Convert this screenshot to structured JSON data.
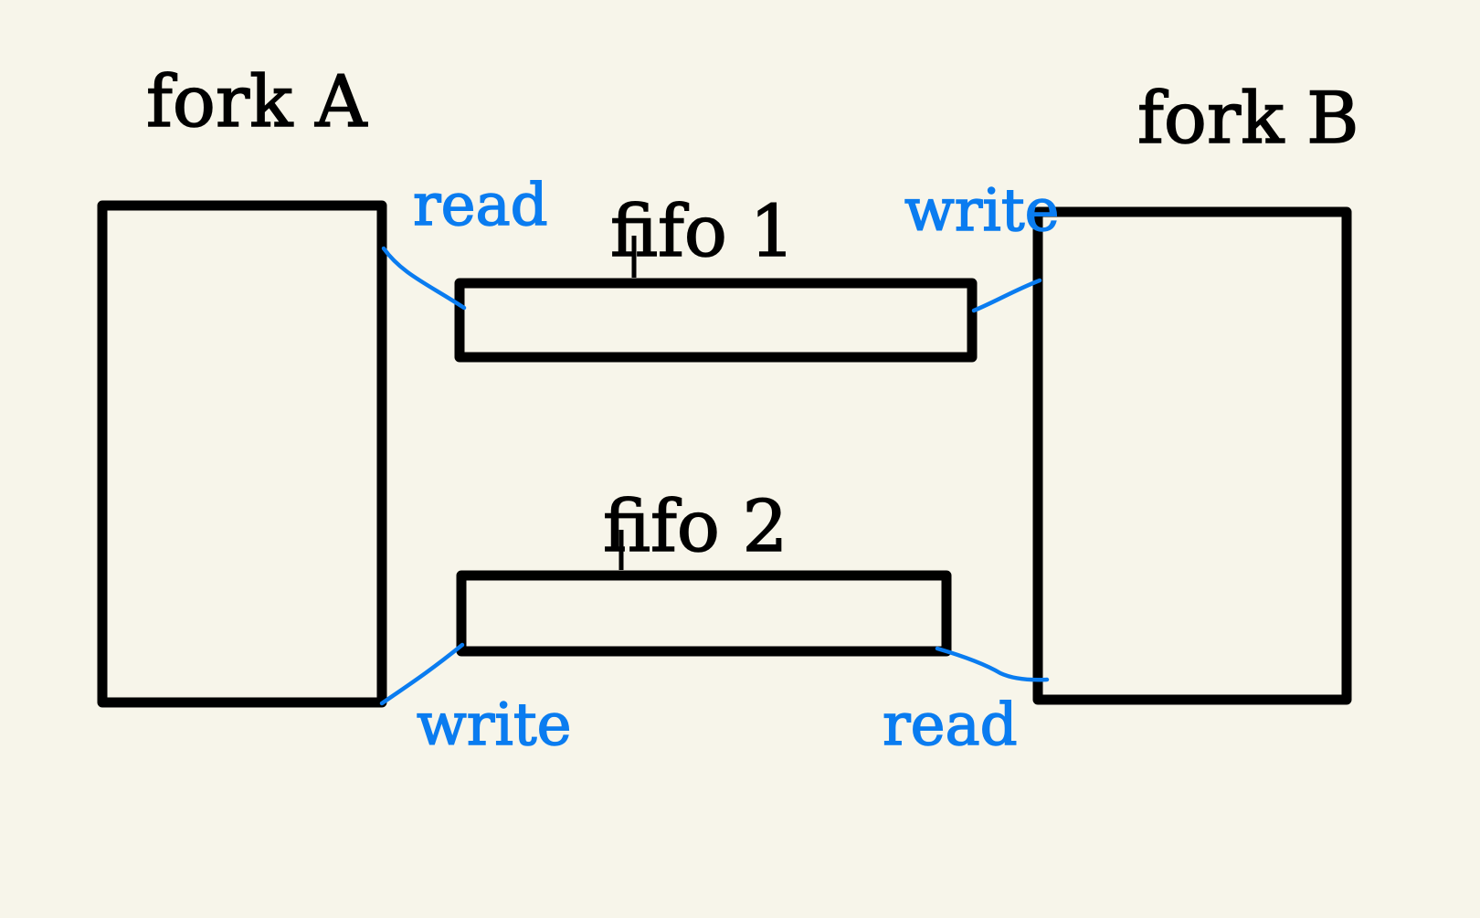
{
  "processes": {
    "left": {
      "label": "fork A"
    },
    "right": {
      "label": "fork B"
    }
  },
  "fifos": [
    {
      "label": "fifo 1"
    },
    {
      "label": "fifo 2"
    }
  ],
  "ports": {
    "fifo1_left": "read",
    "fifo1_right": "write",
    "fifo2_left": "write",
    "fifo2_right": "read"
  },
  "colors": {
    "background": "#f7f5ea",
    "outline": "#000000",
    "annotation": "#0a7cf0"
  }
}
